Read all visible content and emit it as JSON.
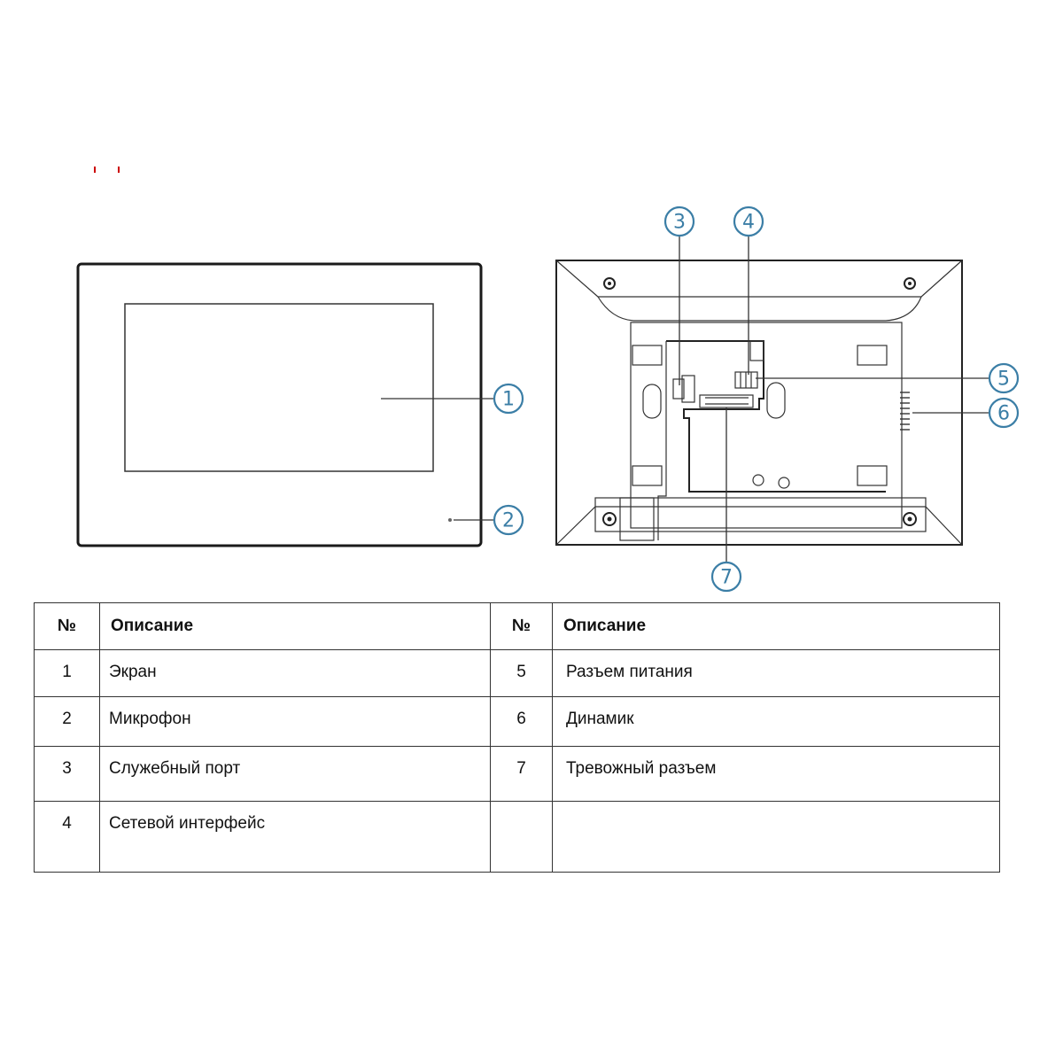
{
  "callouts": [
    "1",
    "2",
    "3",
    "4",
    "5",
    "6",
    "7"
  ],
  "table": {
    "header": {
      "num": "№",
      "desc": "Описание"
    },
    "rows": [
      {
        "left_num": "1",
        "left_desc": "Экран",
        "right_num": "5",
        "right_desc": "Разъем питания"
      },
      {
        "left_num": "2",
        "left_desc": "Микрофон",
        "right_num": "6",
        "right_desc": "Динамик"
      },
      {
        "left_num": "3",
        "left_desc": "Служебный порт",
        "right_num": "7",
        "right_desc": "Тревожный разъем"
      },
      {
        "left_num": "4",
        "left_desc": "Сетевой интерфейс",
        "right_num": "",
        "right_desc": ""
      }
    ]
  },
  "colors": {
    "callout": "#3b7ea6",
    "line": "#222222",
    "marker": "#cc0000"
  }
}
